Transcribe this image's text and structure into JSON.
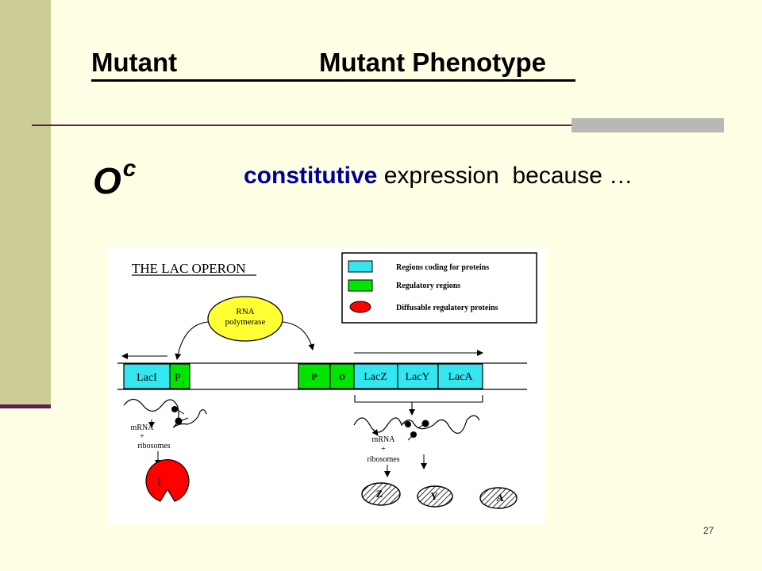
{
  "header": {
    "col_mutant": "Mutant",
    "col_phenotype": "Mutant Phenotype"
  },
  "mutant": {
    "symbol": "O",
    "superscript": "c",
    "keyword": "constitutive",
    "rest": "expression  because …"
  },
  "diagram": {
    "title": "THE LAC OPERON",
    "legend": [
      {
        "label": "Regions coding for proteins",
        "color": "#33E6F0"
      },
      {
        "label": "Regulatory regions",
        "color": "#00E600"
      },
      {
        "label": "Diffusable regulatory proteins",
        "color": "#FF0000"
      }
    ],
    "polymerase_line1": "RNA",
    "polymerase_line2": "polymerase",
    "genes": {
      "laci": "LacI",
      "pi": "P",
      "pi_sub": "i",
      "p": "P",
      "o": "O",
      "lacz": "LacZ",
      "lacy": "LacY",
      "laca": "LacA"
    },
    "mrna_left": [
      "mRNA",
      "+",
      "ribosomes"
    ],
    "mrna_right": [
      "mRNA",
      "+",
      "ribosomes"
    ],
    "repressor": "I",
    "products": [
      "Z",
      "Y",
      "A"
    ],
    "colors": {
      "cyan": "#33E6F0",
      "green": "#00E600",
      "red": "#FF0000",
      "yellow": "#FFFF33"
    }
  },
  "footer": {
    "page_number": "27"
  }
}
